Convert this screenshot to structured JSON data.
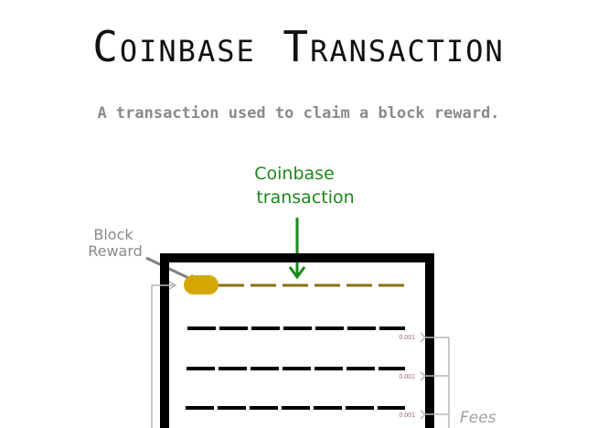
{
  "header": {
    "title": "Coinbase Transaction",
    "subtitle": "A transaction used to claim a block reward."
  },
  "diagram": {
    "annotations": {
      "coinbase_label_line1": "Coinbase",
      "coinbase_label_line2": "transaction",
      "block_reward_line1": "Block",
      "block_reward_line2": "Reward",
      "fees_label": "Fees"
    },
    "fees": [
      "0.001",
      "0.001",
      "0.001"
    ],
    "colors": {
      "coinbase_green": "#1a8a1a",
      "reward_gold": "#d4a800",
      "coinbase_line": "#8a6d10",
      "block_border": "#000000",
      "annotation_gray": "#8a8a8a",
      "fee_text": "#9a6a6a"
    }
  }
}
